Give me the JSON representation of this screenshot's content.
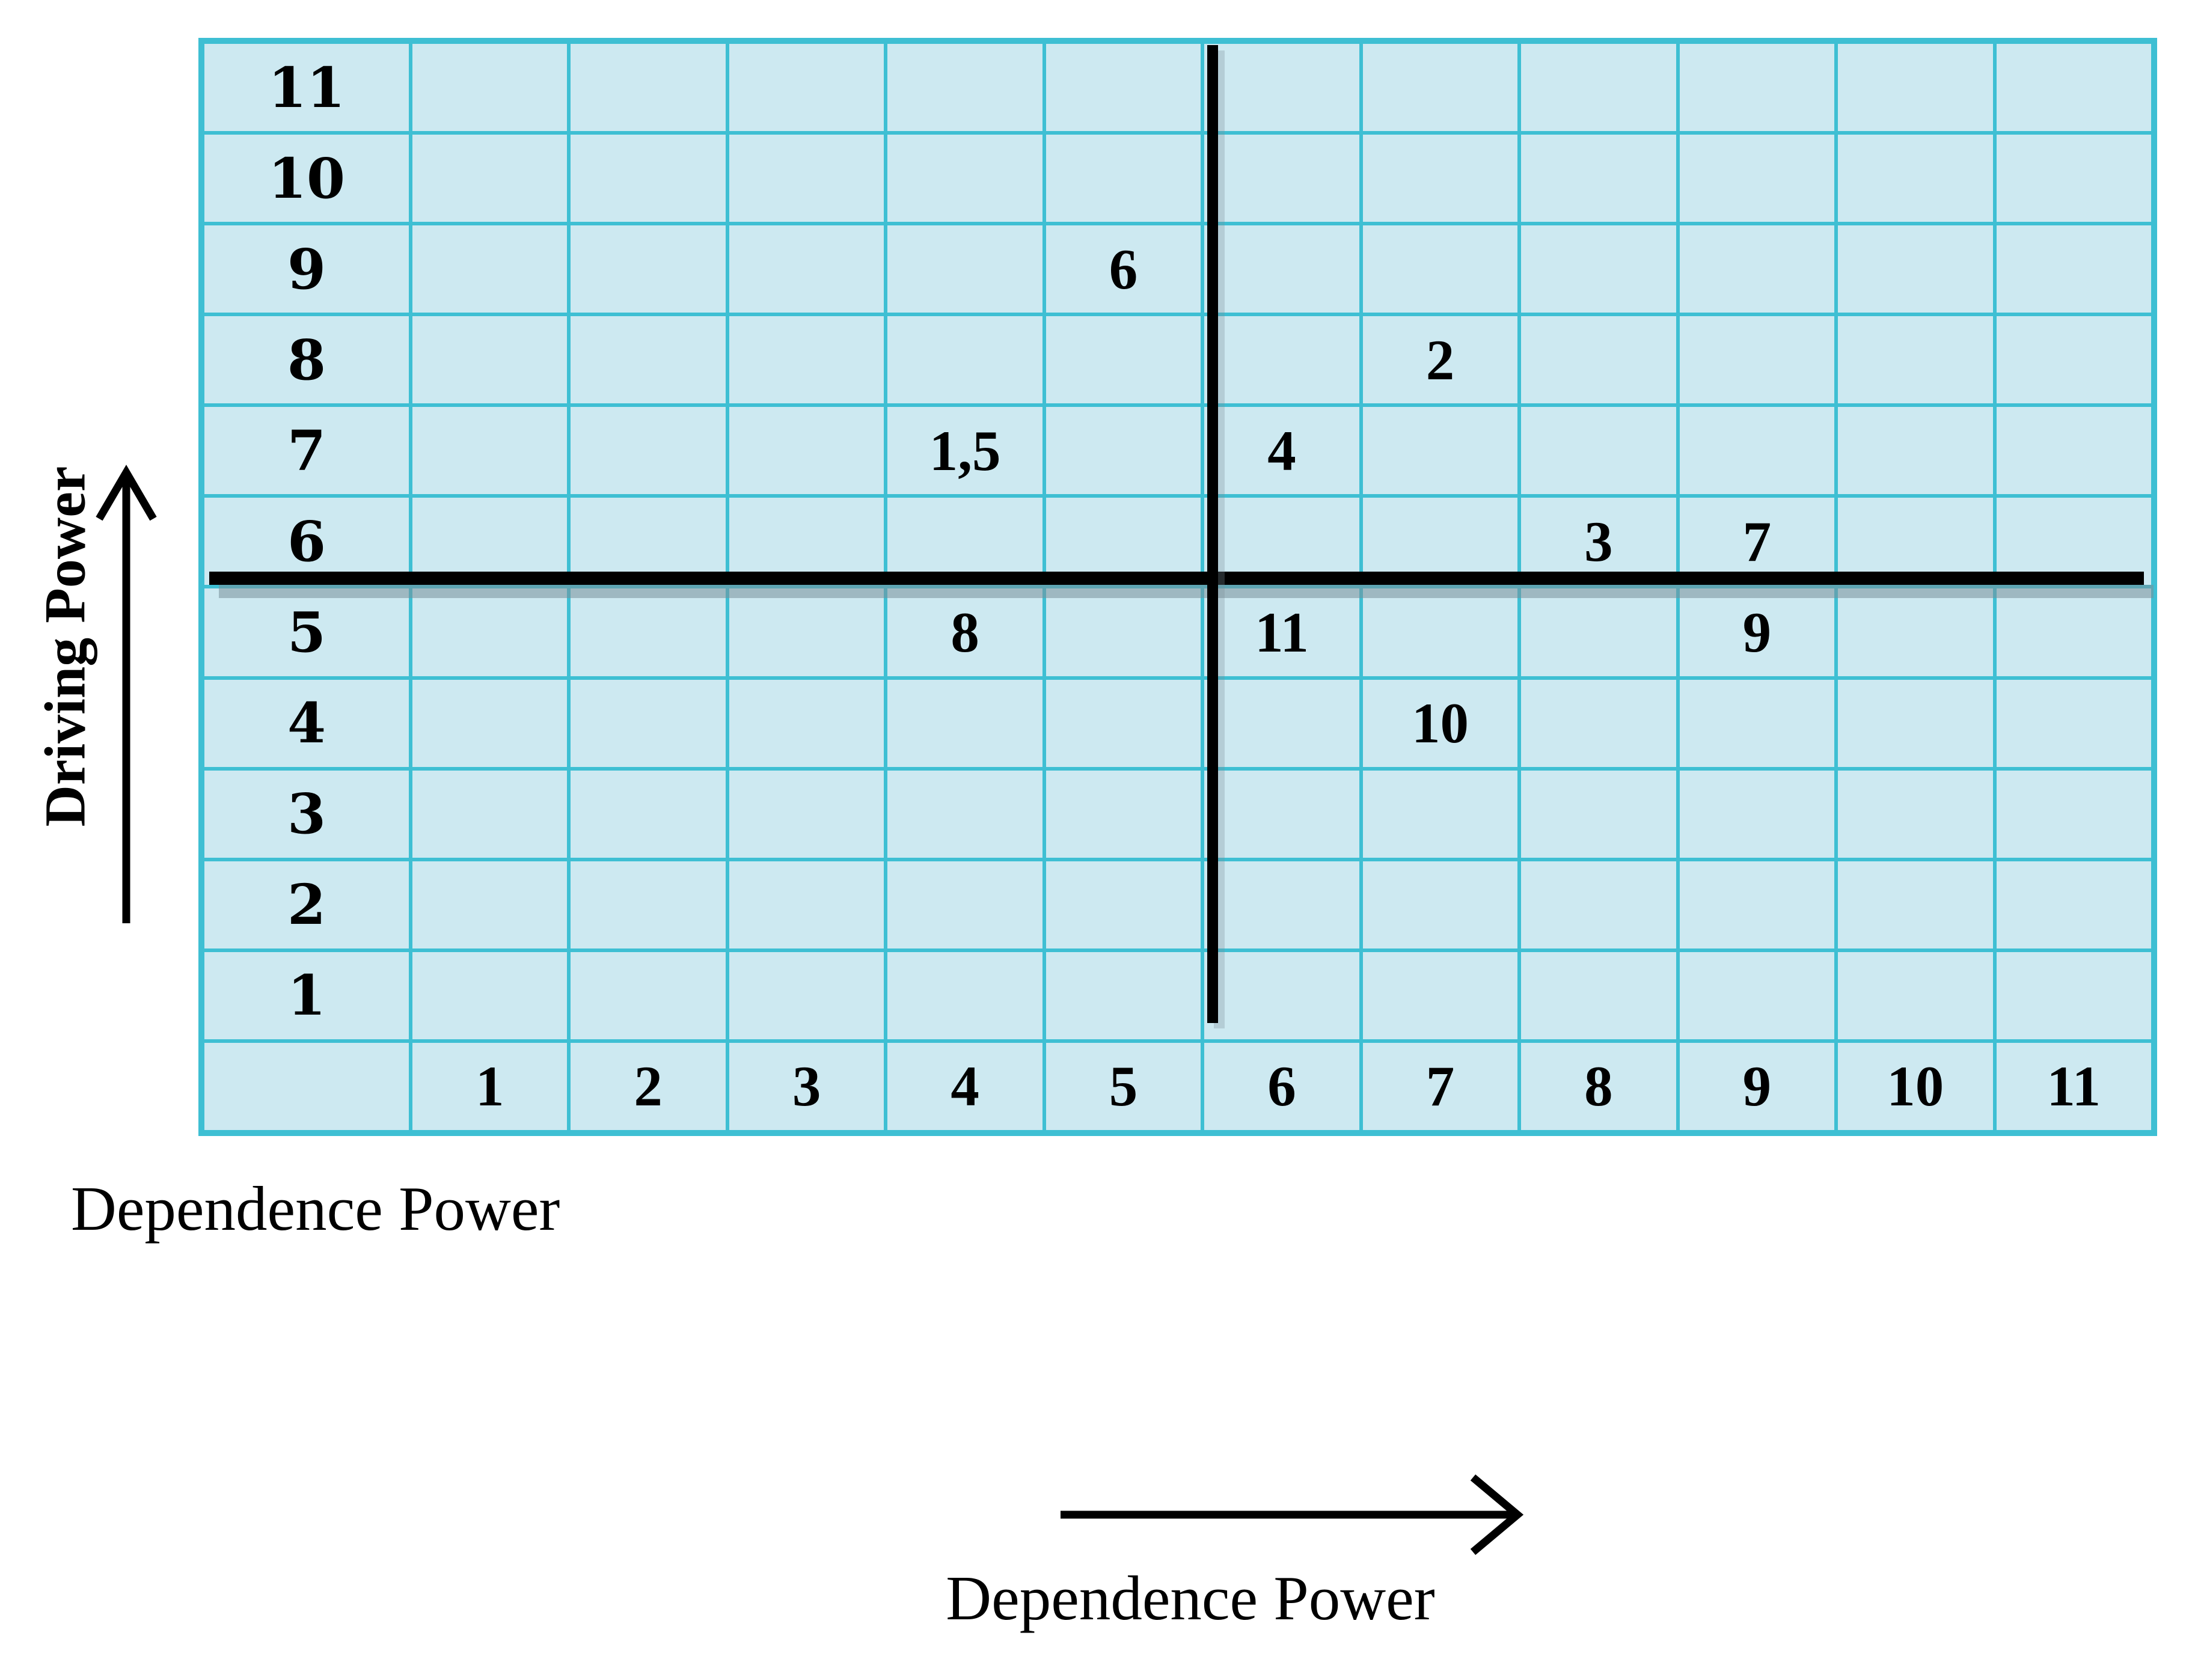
{
  "labels": {
    "y_axis_title": "Driving Power",
    "x_axis_title_left": "Dependence Power",
    "x_axis_title_bottom": "Dependence Power"
  },
  "grid": {
    "row_labels": [
      "11",
      "10",
      "9",
      "8",
      "7",
      "6",
      "5",
      "4",
      "3",
      "2",
      "1"
    ],
    "col_labels": [
      "1",
      "2",
      "3",
      "4",
      "5",
      "6",
      "7",
      "8",
      "9",
      "10",
      "11"
    ]
  },
  "chart_data": {
    "type": "scatter",
    "title": "",
    "xlabel": "Dependence Power",
    "ylabel": "Driving Power",
    "x_range": [
      1,
      11
    ],
    "y_range": [
      1,
      11
    ],
    "grid": true,
    "points": [
      {
        "label": "6",
        "dependence_power": 5,
        "driving_power": 9
      },
      {
        "label": "2",
        "dependence_power": 7,
        "driving_power": 8
      },
      {
        "label": "1,5",
        "dependence_power": 4,
        "driving_power": 7
      },
      {
        "label": "4",
        "dependence_power": 6,
        "driving_power": 7
      },
      {
        "label": "3",
        "dependence_power": 8,
        "driving_power": 6
      },
      {
        "label": "7",
        "dependence_power": 9,
        "driving_power": 6
      },
      {
        "label": "8",
        "dependence_power": 4,
        "driving_power": 5
      },
      {
        "label": "11",
        "dependence_power": 6,
        "driving_power": 5
      },
      {
        "label": "9",
        "dependence_power": 9,
        "driving_power": 5
      },
      {
        "label": "10",
        "dependence_power": 7,
        "driving_power": 4
      }
    ],
    "dividers": {
      "vertical_line_after_dependence": 5,
      "horizontal_line_below_driving": 6
    }
  },
  "colors": {
    "cell_fill": "#cde9f1",
    "grid_line": "#3ebfd3",
    "divider_line": "#000000",
    "text": "#000000"
  }
}
